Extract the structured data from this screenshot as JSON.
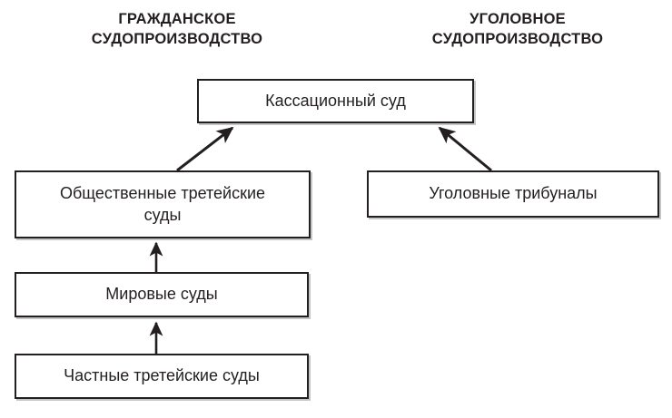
{
  "headers": {
    "civil": "ГРАЖДАНСКОЕ\nСУДОПРОИЗВОДСТВО",
    "criminal": "УГОЛОВНОЕ\nСУДОПРОИЗВОДСТВО"
  },
  "nodes": {
    "cassation": "Кассационный суд",
    "public_arbitration": "Общественные третейские\nсуды",
    "magistrate": "Мировые суды",
    "private_arbitration": "Частные третейские суды",
    "criminal_tribunals": "Уголовные трибуналы"
  },
  "colors": {
    "ink": "#231f20",
    "background": "#ffffff",
    "shadow": "#969696"
  },
  "chart_data": {
    "type": "diagram",
    "title": "",
    "columns": [
      {
        "id": "civil",
        "label": "ГРАЖДАНСКОЕ СУДОПРОИЗВОДСТВО"
      },
      {
        "id": "criminal",
        "label": "УГОЛОВНОЕ СУДОПРОИЗВОДСТВО"
      }
    ],
    "nodes": [
      {
        "id": "cassation",
        "label": "Кассационный суд",
        "column": "both",
        "level": 0
      },
      {
        "id": "public_arbitration",
        "label": "Общественные третейские суды",
        "column": "civil",
        "level": 1
      },
      {
        "id": "magistrate",
        "label": "Мировые суды",
        "column": "civil",
        "level": 2
      },
      {
        "id": "private_arbitration",
        "label": "Частные третейские суды",
        "column": "civil",
        "level": 3
      },
      {
        "id": "criminal_tribunals",
        "label": "Уголовные трибуналы",
        "column": "criminal",
        "level": 1
      }
    ],
    "edges": [
      {
        "from": "public_arbitration",
        "to": "cassation",
        "style": "diagonal-arrow"
      },
      {
        "from": "criminal_tribunals",
        "to": "cassation",
        "style": "diagonal-arrow"
      },
      {
        "from": "magistrate",
        "to": "public_arbitration",
        "style": "vertical-arrow"
      },
      {
        "from": "private_arbitration",
        "to": "magistrate",
        "style": "vertical-arrow"
      }
    ]
  }
}
